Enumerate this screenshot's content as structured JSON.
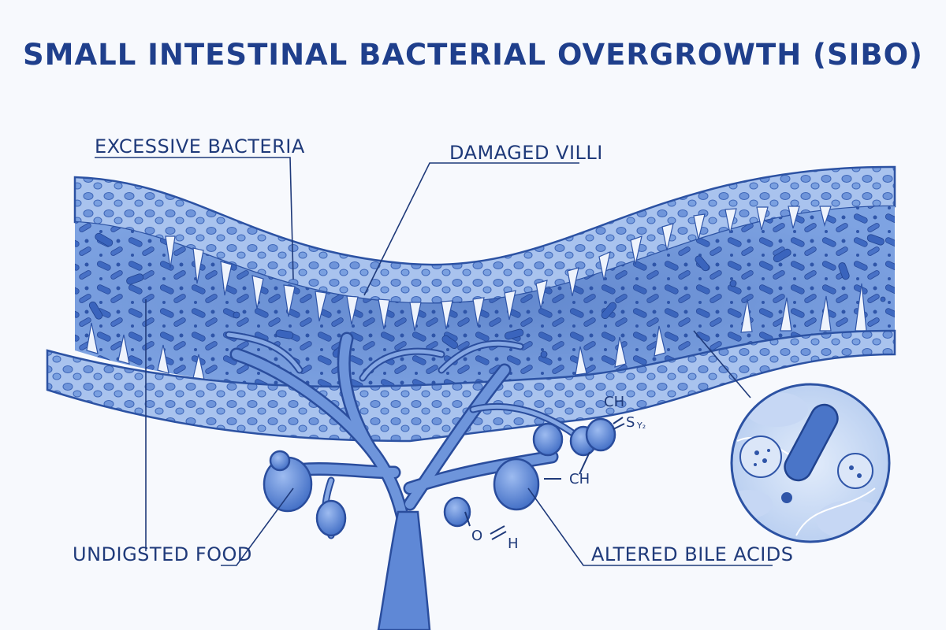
{
  "title": "SMALL INTESTINAL BACTERIAL OVERGROWTH (SIBO)",
  "labels": {
    "excessive_bacteria": "EXCESSIVE BACTERIA",
    "damaged_villi": "DAMAGED VILLI",
    "undigested_food": "UNDIGSTED FOOD",
    "altered_bile_acids": "ALTERED BILE ACIDS"
  },
  "chemistry": {
    "ch_top": "CH",
    "s_group": "S",
    "s_subscript": "Y₂",
    "ch_right": "CH",
    "o_atom": "O",
    "h_atom": "H"
  },
  "colors": {
    "title": "#1f3f8c",
    "label_text": "#1f3a7a",
    "wall": "#8fb0e6",
    "lumen": "#6f97dc",
    "bacteria": "#3d68bf",
    "vessel": "#4f7bd0"
  }
}
